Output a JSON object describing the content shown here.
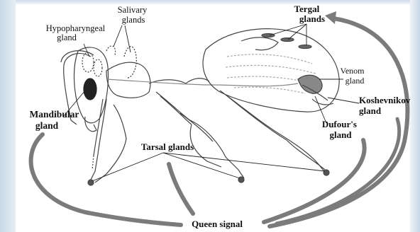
{
  "labels": {
    "salivary": [
      "Salivary",
      "glands"
    ],
    "hypopharyngeal": [
      "Hypopharyngeal",
      "gland"
    ],
    "tergal": [
      "Tergal",
      "glands"
    ],
    "venom": [
      "Venom",
      "gland"
    ],
    "koshevnikov": [
      "Koshevnikov",
      "gland"
    ],
    "dufour": [
      "Dufour's",
      "gland"
    ],
    "mandibular": [
      "Mandibular",
      "gland"
    ],
    "tarsal": "Tarsal glands",
    "queen_signal": "Queen signal"
  },
  "colors": {
    "arrow": "#7b7b7b",
    "outline": "#444444",
    "text": "#111111"
  }
}
